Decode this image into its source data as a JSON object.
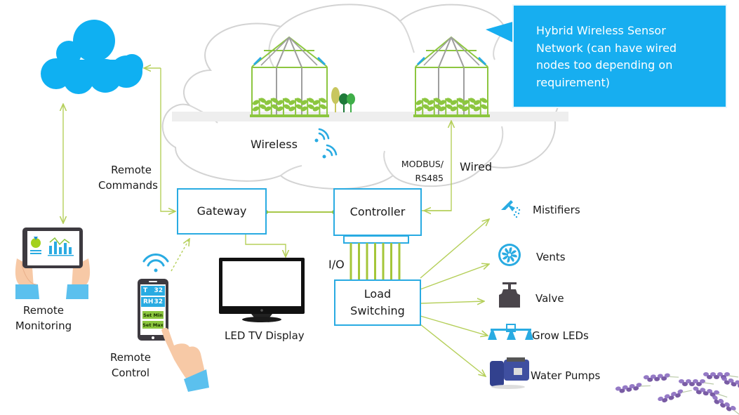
{
  "diagram": {
    "title": "Greenhouse automation system architecture",
    "callout": {
      "text": "Hybrid Wireless Sensor Network (can have wired nodes too depending on requirement)",
      "color": "#17aef0"
    },
    "network_cloud": {
      "wireless_label": "Wireless",
      "wired_label": "Wired",
      "protocol_label_line1": "MODBUS/",
      "protocol_label_line2": "RS485"
    },
    "remote": {
      "commands_line1": "Remote",
      "commands_line2": "Commands",
      "monitoring_line1": "Remote",
      "monitoring_line2": "Monitoring",
      "control_line1": "Remote",
      "control_line2": "Control"
    },
    "phone_screen": {
      "temp_label": "T",
      "temp_value": "32",
      "rh_label": "RH",
      "rh_value": "32",
      "set_min": "Set Min",
      "set_max": "Set Max"
    },
    "blocks": {
      "gateway": "Gateway",
      "controller": "Controller",
      "load_switching_line1": "Load",
      "load_switching_line2": "Switching",
      "io_label": "I/O",
      "tv_label": "LED TV Display"
    },
    "outputs": [
      {
        "label": "Mistifiers",
        "icon": "mistifier-icon"
      },
      {
        "label": "Vents",
        "icon": "fan-icon"
      },
      {
        "label": "Valve",
        "icon": "valve-icon"
      },
      {
        "label": "Grow LEDs",
        "icon": "grow-led-icon"
      },
      {
        "label": "Water Pumps",
        "icon": "water-pump-icon"
      }
    ],
    "colors": {
      "accent_blue": "#29abe2",
      "cloud_blue": "#0fb0f2",
      "connector_green": "#b5cf5a",
      "plant_green": "#8cc63f",
      "outline_gray": "#d0d0d0"
    }
  }
}
